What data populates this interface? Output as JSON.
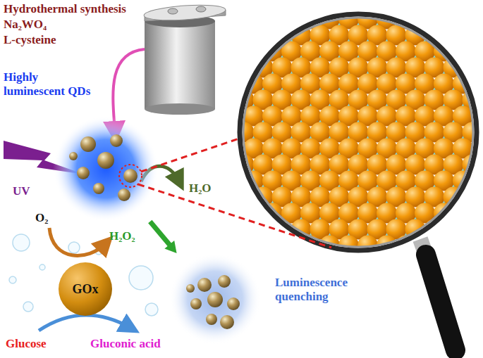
{
  "diagram": {
    "nodes": [
      {
        "text": [
          "Highly luminescent QDs"
        ]
      },
      {
        "text": [
          "GOx"
        ]
      },
      {
        "text": [
          "Luminescence quenching"
        ]
      }
    ],
    "edges": [
      {
        "from": 0,
        "to": 2,
        "arrow": "to"
      }
    ],
    "labels": [
      "Hydrothermal synthesis",
      "Na₂WO₄",
      "L-cysteine",
      "UV",
      "O₂",
      "H₂O₂",
      "H₂O",
      "Glucose",
      "Gluconic acid"
    ]
  }
}
